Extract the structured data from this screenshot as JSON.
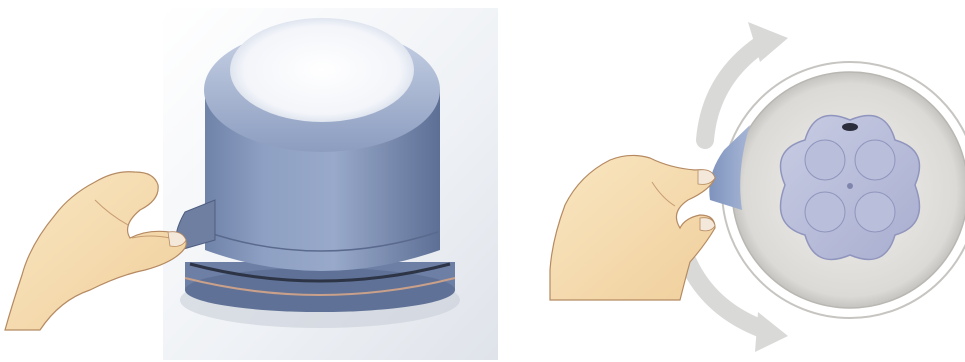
{
  "figure": {
    "panels": [
      {
        "id": "left",
        "subject": "closed-canister-with-pull-tab"
      },
      {
        "id": "right",
        "subject": "open-canister-top-view-rotation"
      }
    ],
    "colors": {
      "canister_blue": "#7b8fb4",
      "canister_light": "#aebbd6",
      "lid_white": "#f4f6fa",
      "skin": "#f6dcae",
      "skin_outline": "#b58a62",
      "arrow_gray": "#d9dad8",
      "backdrop": "#e9ecf1"
    },
    "icons": [
      "hand-icon",
      "rotate-arrow-icon",
      "canister-icon",
      "cross-tray-icon"
    ]
  }
}
